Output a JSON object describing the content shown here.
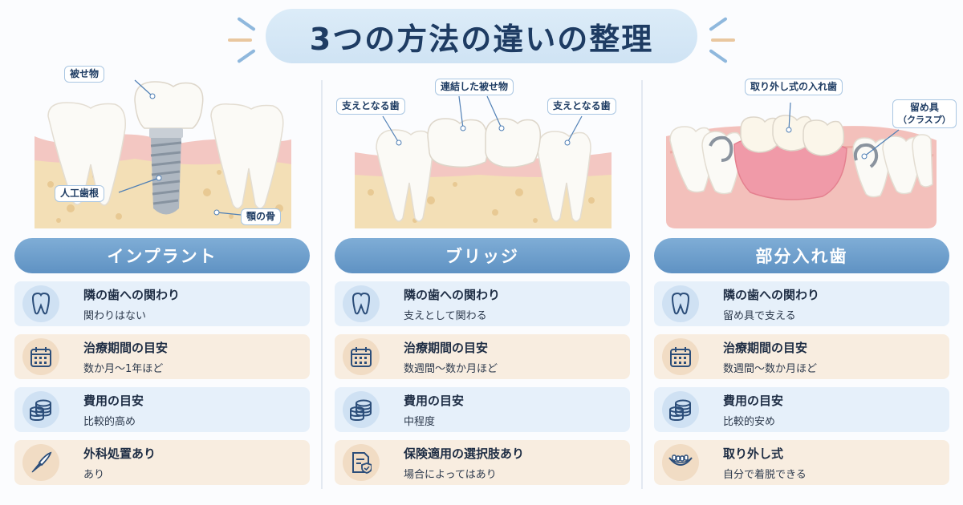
{
  "title": "3つの方法の違いの整理",
  "columns": [
    {
      "heading": "インプラント",
      "callouts": [
        "被せ物",
        "人工歯根",
        "顎の骨"
      ],
      "rows": [
        {
          "icon": "tooth-icon",
          "title": "隣の歯への関わり",
          "sub": "関わりはない"
        },
        {
          "icon": "calendar-icon",
          "title": "治療期間の目安",
          "sub": "数か月〜1年ほど"
        },
        {
          "icon": "coins-icon",
          "title": "費用の目安",
          "sub": "比較的高め"
        },
        {
          "icon": "scalpel-icon",
          "title": "外科処置あり",
          "sub": "あり"
        }
      ]
    },
    {
      "heading": "ブリッジ",
      "callouts": [
        "支えとなる歯",
        "連結した被せ物",
        "支えとなる歯"
      ],
      "rows": [
        {
          "icon": "tooth-icon",
          "title": "隣の歯への関わり",
          "sub": "支えとして関わる"
        },
        {
          "icon": "calendar-icon",
          "title": "治療期間の目安",
          "sub": "数週間〜数か月ほど"
        },
        {
          "icon": "coins-icon",
          "title": "費用の目安",
          "sub": "中程度"
        },
        {
          "icon": "insurance-document-icon",
          "title": "保険適用の選択肢あり",
          "sub": "場合によってはあり"
        }
      ]
    },
    {
      "heading": "部分入れ歯",
      "callouts": [
        "取り外し式の入れ歯",
        "留め具",
        "（クラスプ）"
      ],
      "rows": [
        {
          "icon": "tooth-icon",
          "title": "隣の歯への関わり",
          "sub": "留め具で支える"
        },
        {
          "icon": "calendar-icon",
          "title": "治療期間の目安",
          "sub": "数週間〜数か月ほど"
        },
        {
          "icon": "coins-icon",
          "title": "費用の目安",
          "sub": "比較的安め"
        },
        {
          "icon": "denture-icon",
          "title": "取り外し式",
          "sub": "自分で着脱できる"
        }
      ]
    }
  ]
}
